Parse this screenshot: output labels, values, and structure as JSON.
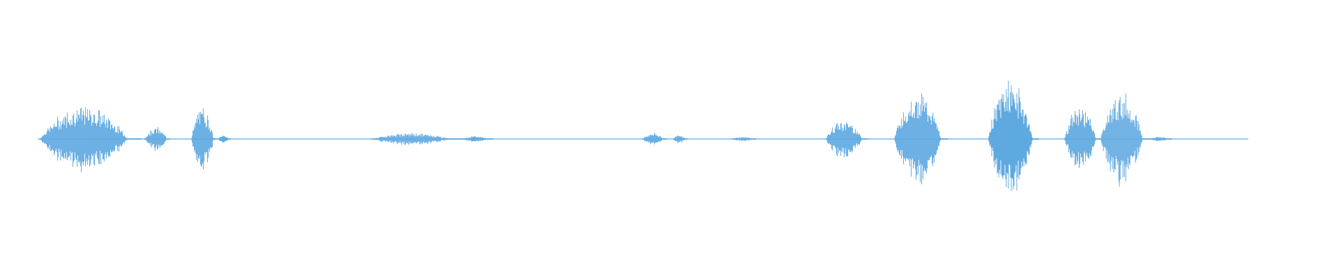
{
  "waveform": {
    "color": "#5fa9e1",
    "segments": [
      {
        "start": 0.03,
        "end": 0.105,
        "peak": 0.55
      },
      {
        "start": 0.108,
        "end": 0.127,
        "peak": 0.2
      },
      {
        "start": 0.143,
        "end": 0.162,
        "peak": 0.55
      },
      {
        "start": 0.163,
        "end": 0.172,
        "peak": 0.07
      },
      {
        "start": 0.278,
        "end": 0.345,
        "peak": 0.1
      },
      {
        "start": 0.345,
        "end": 0.368,
        "peak": 0.05
      },
      {
        "start": 0.48,
        "end": 0.498,
        "peak": 0.1
      },
      {
        "start": 0.503,
        "end": 0.513,
        "peak": 0.08
      },
      {
        "start": 0.547,
        "end": 0.565,
        "peak": 0.04
      },
      {
        "start": 0.617,
        "end": 0.648,
        "peak": 0.33
      },
      {
        "start": 0.668,
        "end": 0.708,
        "peak": 0.8
      },
      {
        "start": 0.738,
        "end": 0.776,
        "peak": 1.0
      },
      {
        "start": 0.795,
        "end": 0.822,
        "peak": 0.55
      },
      {
        "start": 0.822,
        "end": 0.858,
        "peak": 0.78
      },
      {
        "start": 0.858,
        "end": 0.875,
        "peak": 0.04
      }
    ]
  }
}
